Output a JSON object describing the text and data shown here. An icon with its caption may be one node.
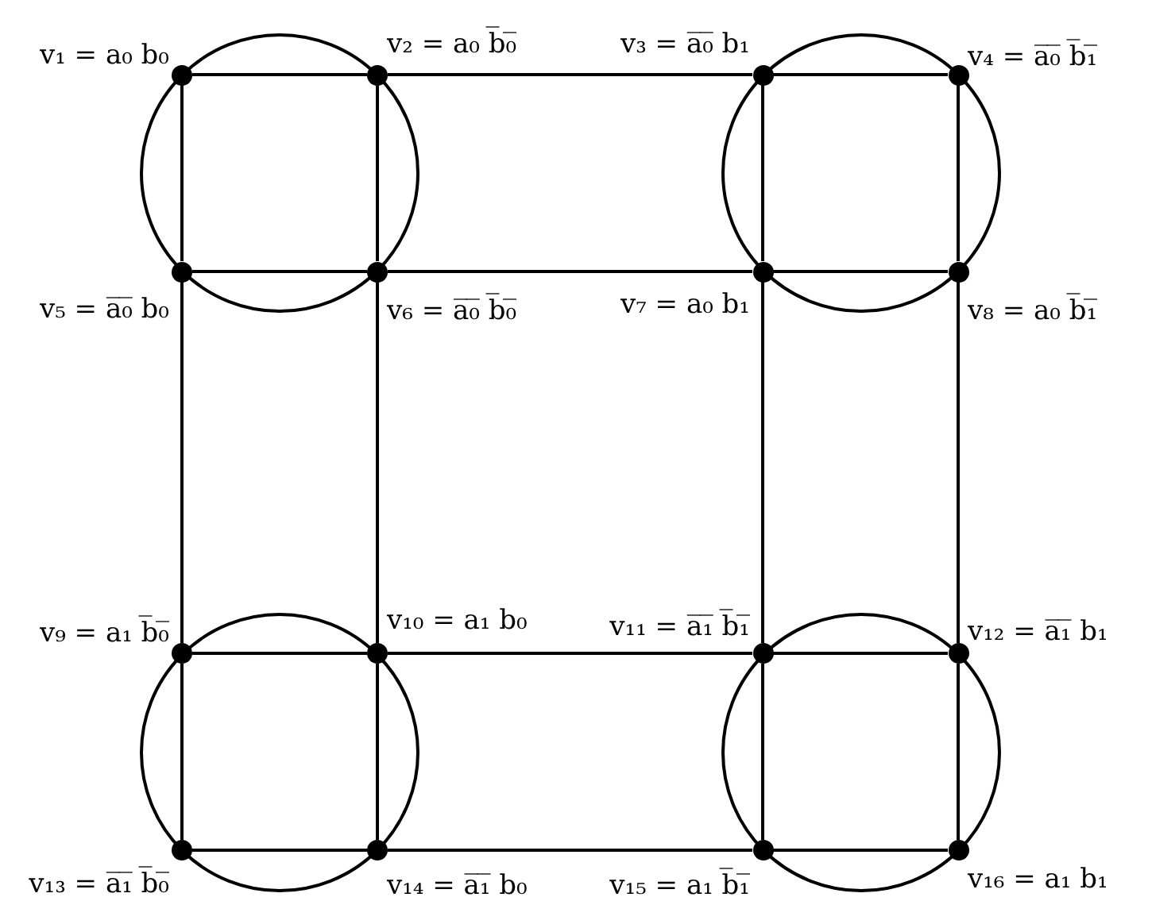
{
  "diagram": {
    "nodes": [
      {
        "text": [],
        "shape": "circle"
      },
      {
        "text": [],
        "shape": "circle"
      },
      {
        "text": [],
        "shape": "circle"
      },
      {
        "text": [],
        "shape": "circle"
      },
      {
        "text": [],
        "shape": "dot",
        "in": 0,
        "beside": [
          "v₁ = a₀ b₀"
        ]
      },
      {
        "text": [],
        "shape": "dot",
        "in": 0,
        "beside": [
          "v₂ = a₀ b̅₀̅"
        ]
      },
      {
        "text": [],
        "shape": "dot",
        "in": 1,
        "beside": [
          "v₃ = a̅₀̅ b₁"
        ]
      },
      {
        "text": [],
        "shape": "dot",
        "in": 1,
        "beside": [
          "v₄ = a̅₀̅ b̅₁̅"
        ]
      },
      {
        "text": [],
        "shape": "dot",
        "in": 0,
        "beside": [
          "v₅ = a̅₀̅ b₀"
        ]
      },
      {
        "text": [],
        "shape": "dot",
        "in": 0,
        "beside": [
          "v₆ = a̅₀̅ b̅₀̅"
        ]
      },
      {
        "text": [],
        "shape": "dot",
        "in": 1,
        "beside": [
          "v₇ = a₀ b₁"
        ]
      },
      {
        "text": [],
        "shape": "dot",
        "in": 1,
        "beside": [
          "v₈ = a₀ b̅₁̅"
        ]
      },
      {
        "text": [],
        "shape": "dot",
        "in": 2,
        "beside": [
          "v₉ = a₁ b̅₀̅"
        ]
      },
      {
        "text": [],
        "shape": "dot",
        "in": 2,
        "beside": [
          "v₁₀ = a₁ b₀"
        ]
      },
      {
        "text": [],
        "shape": "dot",
        "in": 3,
        "beside": [
          "v₁₁ = a̅₁̅ b̅₁̅"
        ]
      },
      {
        "text": [],
        "shape": "dot",
        "in": 3,
        "beside": [
          "v₁₂ = a̅₁̅ b₁"
        ]
      },
      {
        "text": [],
        "shape": "dot",
        "in": 2,
        "beside": [
          "v₁₃ = a̅₁̅ b̅₀̅"
        ]
      },
      {
        "text": [],
        "shape": "dot",
        "in": 2,
        "beside": [
          "v₁₄ = a̅₁̅ b₀"
        ]
      },
      {
        "text": [],
        "shape": "dot",
        "in": 3,
        "beside": [
          "v₁₅ = a₁ b̅₁̅"
        ]
      },
      {
        "text": [],
        "shape": "dot",
        "in": 3,
        "beside": [
          "v₁₆ = a₁ b₁"
        ]
      }
    ],
    "edges": [
      {
        "from": 4,
        "to": 5,
        "arrow": "none"
      },
      {
        "from": 5,
        "to": 6,
        "arrow": "none"
      },
      {
        "from": 6,
        "to": 7,
        "arrow": "none"
      },
      {
        "from": 8,
        "to": 9,
        "arrow": "none"
      },
      {
        "from": 9,
        "to": 10,
        "arrow": "none"
      },
      {
        "from": 10,
        "to": 11,
        "arrow": "none"
      },
      {
        "from": 12,
        "to": 13,
        "arrow": "none"
      },
      {
        "from": 13,
        "to": 14,
        "arrow": "none"
      },
      {
        "from": 14,
        "to": 15,
        "arrow": "none"
      },
      {
        "from": 16,
        "to": 17,
        "arrow": "none"
      },
      {
        "from": 17,
        "to": 18,
        "arrow": "none"
      },
      {
        "from": 18,
        "to": 19,
        "arrow": "none"
      },
      {
        "from": 4,
        "to": 8,
        "arrow": "none"
      },
      {
        "from": 8,
        "to": 12,
        "arrow": "none"
      },
      {
        "from": 12,
        "to": 16,
        "arrow": "none"
      },
      {
        "from": 5,
        "to": 9,
        "arrow": "none"
      },
      {
        "from": 9,
        "to": 13,
        "arrow": "none"
      },
      {
        "from": 13,
        "to": 17,
        "arrow": "none"
      },
      {
        "from": 6,
        "to": 10,
        "arrow": "none"
      },
      {
        "from": 10,
        "to": 14,
        "arrow": "none"
      },
      {
        "from": 14,
        "to": 18,
        "arrow": "none"
      },
      {
        "from": 7,
        "to": 11,
        "arrow": "none"
      },
      {
        "from": 11,
        "to": 15,
        "arrow": "none"
      },
      {
        "from": 15,
        "to": 19,
        "arrow": "none"
      }
    ]
  }
}
